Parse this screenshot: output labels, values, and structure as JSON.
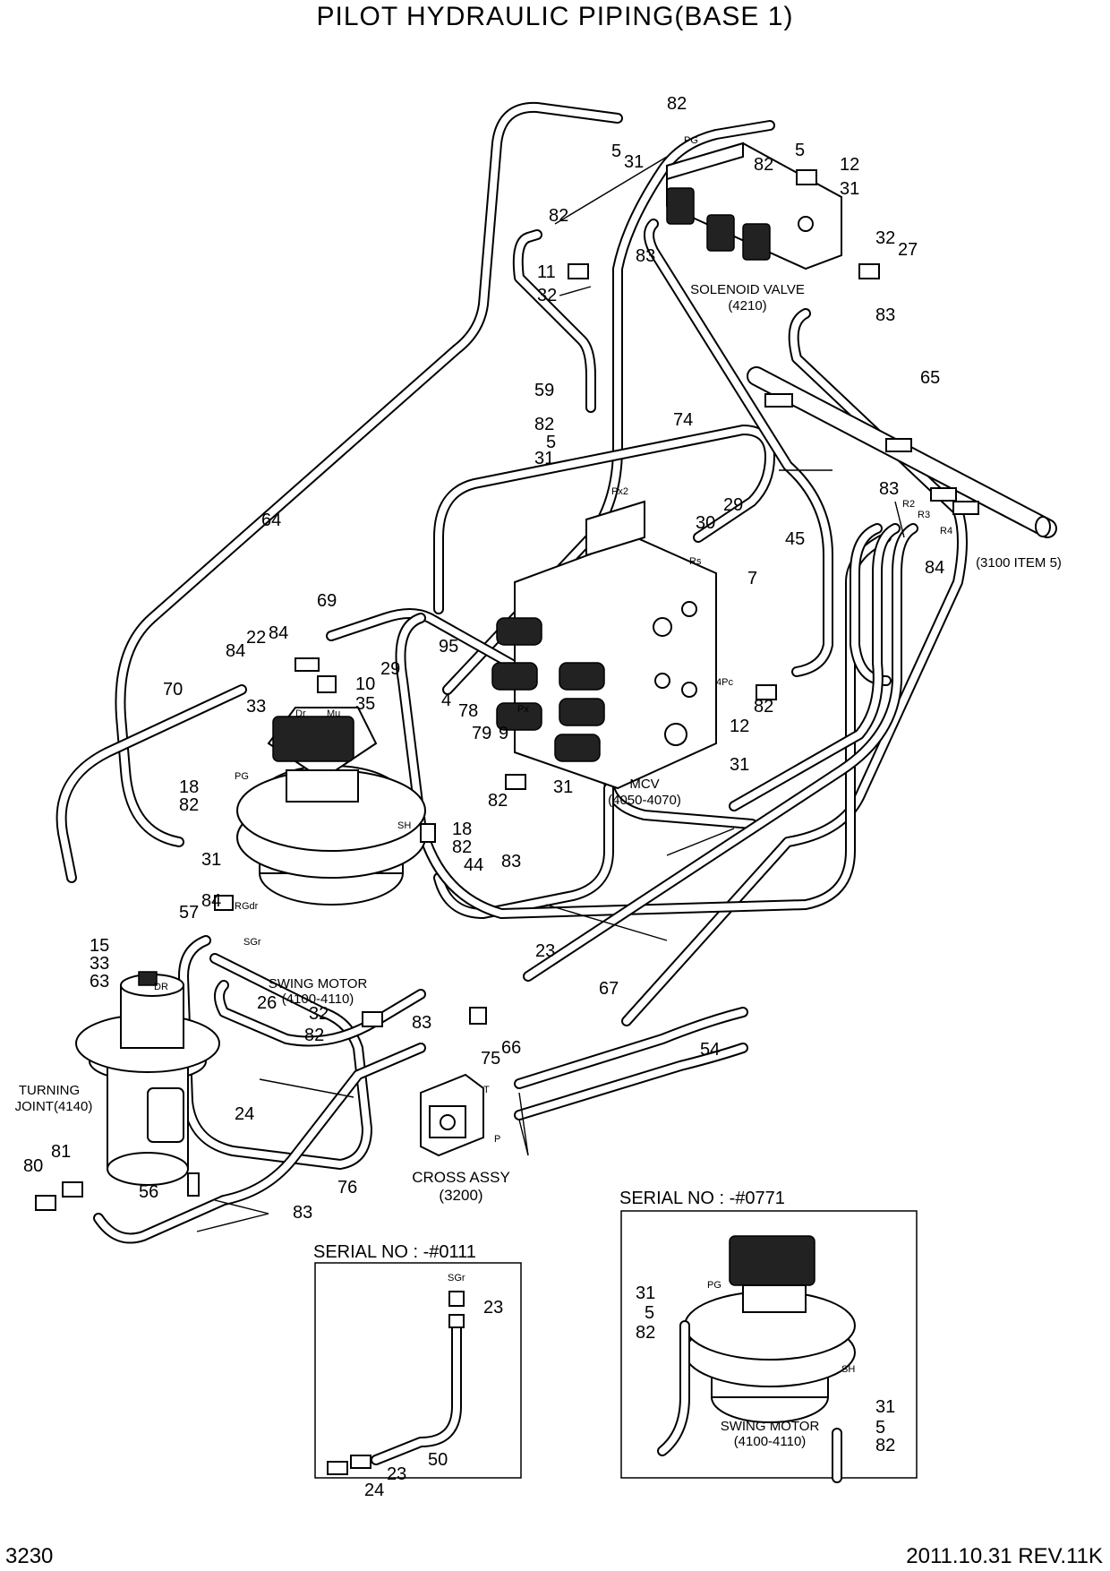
{
  "title": "PILOT HYDRAULIC PIPING(BASE 1)",
  "page_number": "3230",
  "revision": "2011.10.31 REV.11K",
  "components": {
    "solenoid_valve": [
      "SOLENOID VALVE",
      "(4210)"
    ],
    "mcv": [
      "MCV",
      "(4050-4070)"
    ],
    "swing_motor": [
      "SWING MOTOR",
      "(4100-4110)"
    ],
    "turning_joint": [
      "TURNING",
      "JOINT(4140)"
    ],
    "cross_assy": [
      "CROSS ASSY",
      "(3200)"
    ],
    "item_ref": "(3100 ITEM 5)"
  },
  "port_labels": {
    "pg": "PG",
    "px2": "Px2",
    "rs": "Rs",
    "r2": "R2",
    "r3": "R3",
    "r4": "R4",
    "dr": "Dr",
    "mu": "Mu",
    "px": "Px",
    "pc4": "4Pc",
    "sh": "SH",
    "dr_tj": "DR",
    "sgr": "SGr",
    "rgdr": "RGdr",
    "t": "T",
    "p": "P"
  },
  "inset_a": {
    "heading": "SERIAL NO : -#0111",
    "labels": [
      "23",
      "50",
      "23",
      "24"
    ],
    "port": "SGr"
  },
  "inset_b": {
    "heading": "SERIAL NO : -#0771",
    "labels": [
      "31",
      "5",
      "82",
      "31",
      "5",
      "82"
    ],
    "ports": [
      "PG",
      "SH"
    ],
    "motor": [
      "SWING MOTOR",
      "(4100-4110)"
    ]
  },
  "callouts": [
    "82",
    "5",
    "31",
    "82",
    "5",
    "12",
    "31",
    "82",
    "11",
    "32",
    "83",
    "32",
    "27",
    "83",
    "65",
    "59",
    "82",
    "5",
    "31",
    "74",
    "64",
    "30",
    "29",
    "7",
    "45",
    "83",
    "84",
    "69",
    "84",
    "22",
    "84",
    "29",
    "10",
    "35",
    "70",
    "33",
    "95",
    "4",
    "78",
    "79",
    "9",
    "82",
    "31",
    "12",
    "82",
    "31",
    "18",
    "82",
    "31",
    "18",
    "82",
    "44",
    "83",
    "57",
    "84",
    "15",
    "33",
    "63",
    "23",
    "26",
    "32",
    "82",
    "83",
    "75",
    "66",
    "67",
    "54",
    "24",
    "80",
    "81",
    "56",
    "76",
    "83"
  ]
}
